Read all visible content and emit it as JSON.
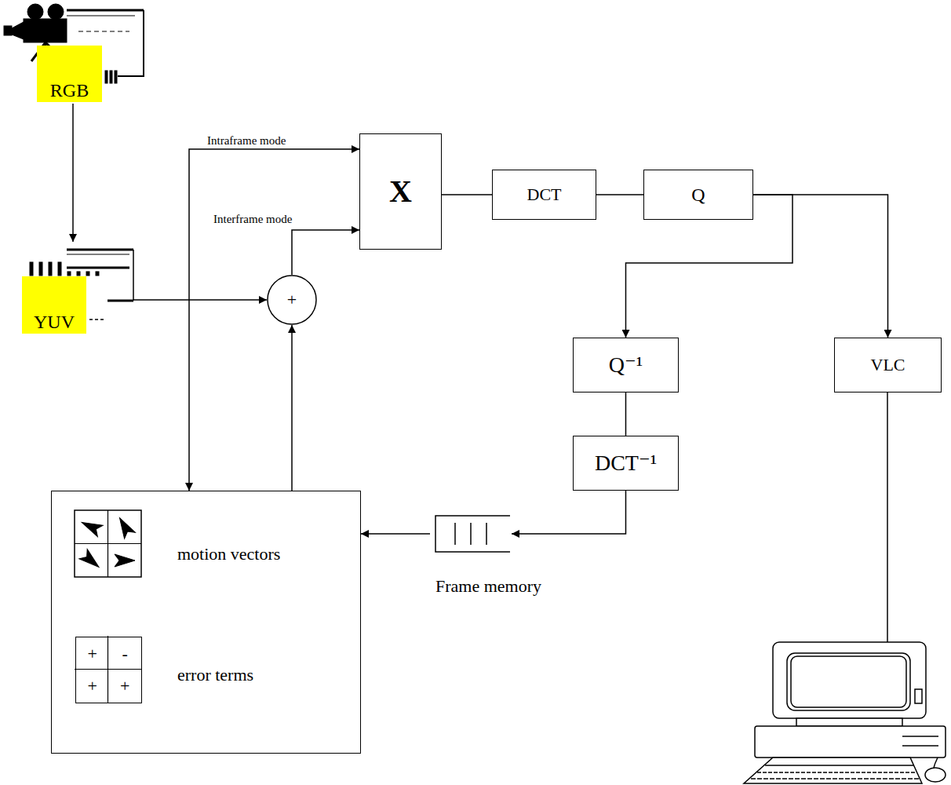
{
  "diagram": {
    "nodes": [
      {
        "text": [
          "RGB"
        ]
      },
      {
        "text": [
          "X"
        ]
      },
      {
        "text": [
          "DCT"
        ]
      },
      {
        "text": [
          "Q"
        ]
      },
      {
        "text": [
          "YUV"
        ]
      },
      {
        "text": [
          "+"
        ]
      },
      {
        "text": [
          "Q⁻¹"
        ]
      },
      {
        "text": [
          "VLC"
        ]
      },
      {
        "text": [
          "DCT⁻¹"
        ]
      },
      {
        "text": [
          "Frame memory"
        ]
      },
      {
        "text": [
          "motion vectors",
          "error terms"
        ]
      },
      {
        "text": [
          "+",
          "-",
          "+",
          "+"
        ],
        "in": 10
      }
    ],
    "edges": [
      {
        "from": 0,
        "to": 4,
        "arrow": "to"
      },
      {
        "from": 4,
        "to": 5,
        "arrow": "to"
      },
      {
        "from": 10,
        "to": 1,
        "arrow": "both",
        "label": "Intraframe mode"
      },
      {
        "from": 5,
        "to": 1,
        "arrow": "to",
        "label": "Interframe mode"
      },
      {
        "from": 10,
        "to": 5,
        "arrow": "to"
      },
      {
        "from": 1,
        "to": 2,
        "arrow": "none"
      },
      {
        "from": 2,
        "to": 3,
        "arrow": "none"
      },
      {
        "from": 3,
        "to": 6,
        "arrow": "to"
      },
      {
        "from": 3,
        "to": 7,
        "arrow": "to"
      },
      {
        "from": 6,
        "to": 8,
        "arrow": "none"
      },
      {
        "from": 8,
        "to": 9,
        "arrow": "to"
      },
      {
        "from": 9,
        "to": 10,
        "arrow": "to"
      }
    ]
  }
}
